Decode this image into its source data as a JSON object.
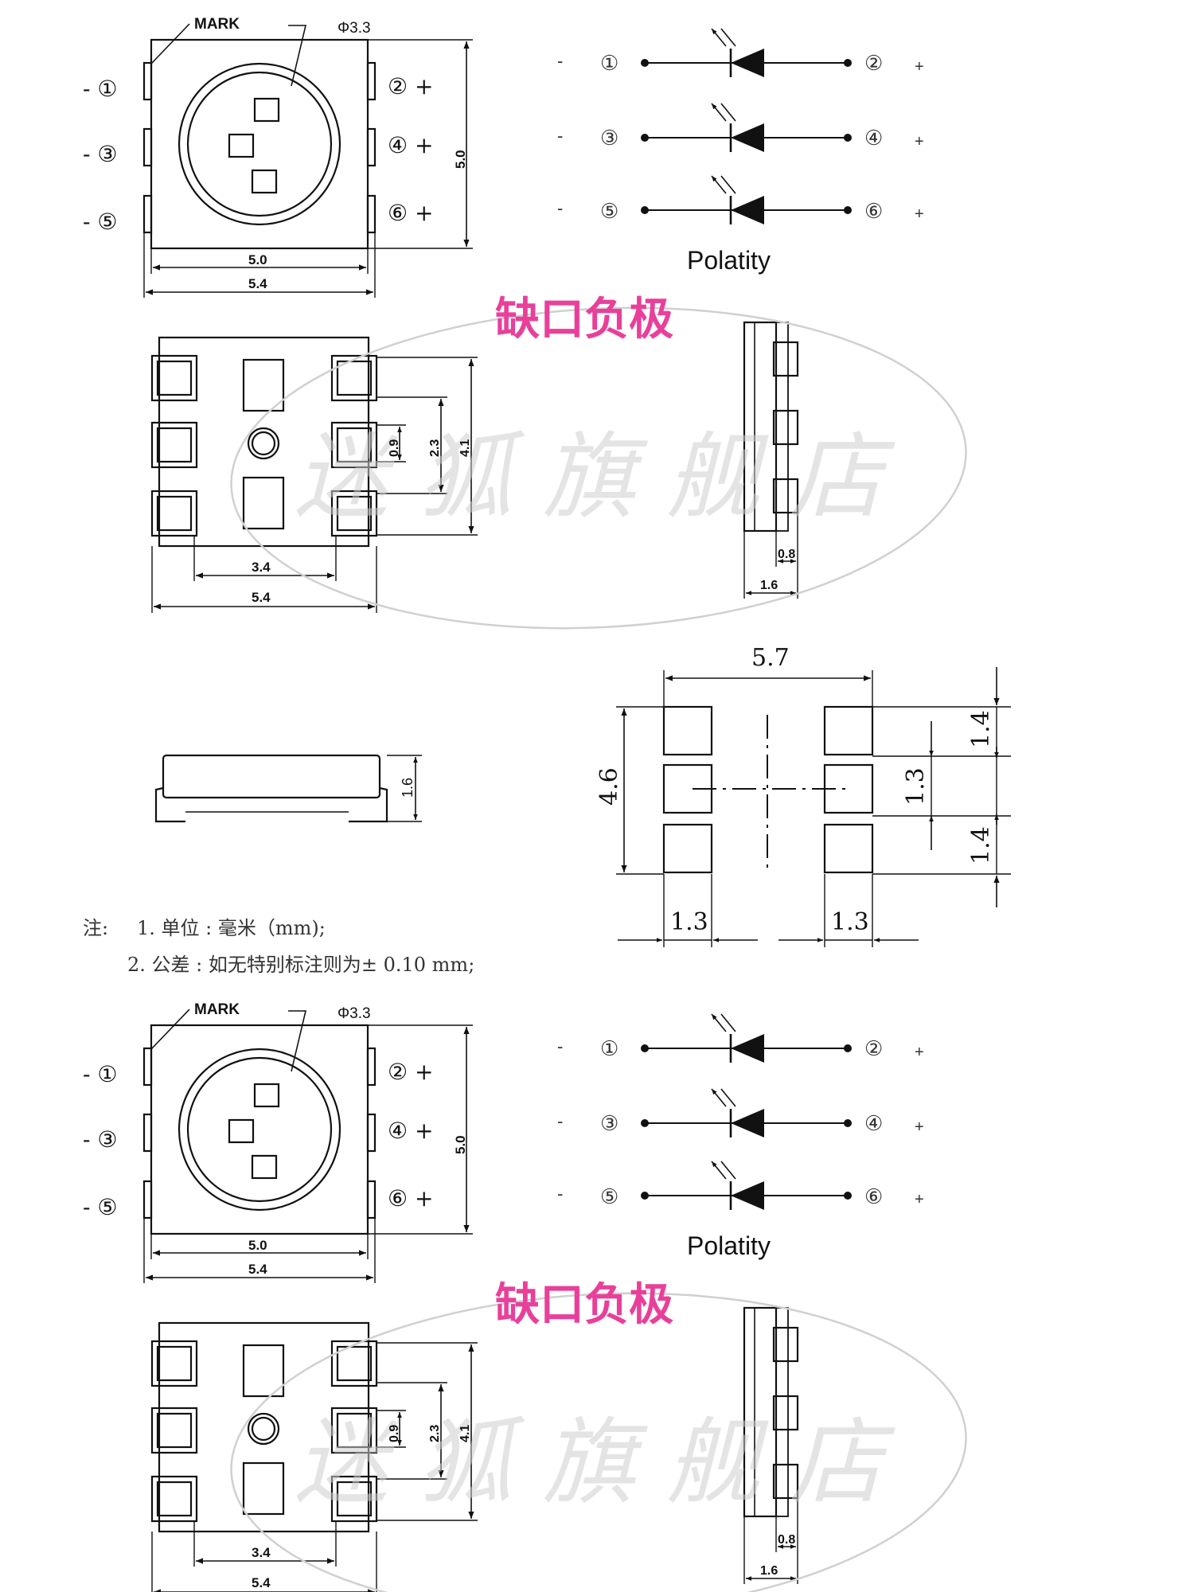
{
  "block_1": {
    "mark_label": "MARK",
    "diameter_label": "Φ3.3",
    "pins_left": [
      "- ①",
      "- ③",
      "- ⑤"
    ],
    "pins_right": [
      "② +",
      "④ +",
      "⑥ +"
    ],
    "dim_height": "5.0",
    "dim_inner_width": "5.0",
    "dim_outer_width": "5.4",
    "polarity_rows": [
      {
        "minus": "-",
        "left": "①",
        "right": "②",
        "plus": "+"
      },
      {
        "minus": "-",
        "left": "③",
        "right": "④",
        "plus": "+"
      },
      {
        "minus": "-",
        "left": "⑤",
        "right": "⑥",
        "plus": "+"
      }
    ],
    "polarity_label": "Polatity",
    "notch_label": "缺口负极",
    "bottom_view": {
      "dim_09": "0.9",
      "dim_23": "2.3",
      "dim_41": "4.1",
      "dim_34": "3.4",
      "dim_54": "5.4"
    },
    "side_view": {
      "dim_08": "0.8",
      "dim_16": "1.6"
    },
    "watermark": "迷 狐 旗 舰 店"
  },
  "middle": {
    "front_side_dim": "1.6",
    "footprint": {
      "width": "5.7",
      "height": "4.6",
      "pitch_top": "1.4",
      "pitch_mid": "1.3",
      "pitch_bottom": "1.4",
      "pad_left": "1.3",
      "pad_right": "1.3"
    },
    "notes": {
      "prefix": "注:",
      "line1": "1. 单位 : 毫米（mm);",
      "line2": "2. 公差 : 如无特别标注则为± 0.10 mm;"
    }
  },
  "block_2": {
    "mark_label": "MARK",
    "diameter_label": "Φ3.3",
    "pins_left": [
      "- ①",
      "- ③",
      "- ⑤"
    ],
    "pins_right": [
      "② +",
      "④ +",
      "⑥ +"
    ],
    "dim_height": "5.0",
    "dim_inner_width": "5.0",
    "dim_outer_width": "5.4",
    "polarity_rows": [
      {
        "minus": "-",
        "left": "①",
        "right": "②",
        "plus": "+"
      },
      {
        "minus": "-",
        "left": "③",
        "right": "④",
        "plus": "+"
      },
      {
        "minus": "-",
        "left": "⑤",
        "right": "⑥",
        "plus": "+"
      }
    ],
    "polarity_label": "Polatity",
    "notch_label": "缺口负极",
    "bottom_view": {
      "dim_09": "0.9",
      "dim_23": "2.3",
      "dim_41": "4.1",
      "dim_34": "3.4",
      "dim_54": "5.4"
    },
    "side_view": {
      "dim_08": "0.8",
      "dim_16": "1.6"
    },
    "watermark": "迷 狐 旗 舰 店"
  },
  "colors": {
    "line": "#111111",
    "notch_label": "#e8409a",
    "watermark": "#c8c8c8"
  }
}
